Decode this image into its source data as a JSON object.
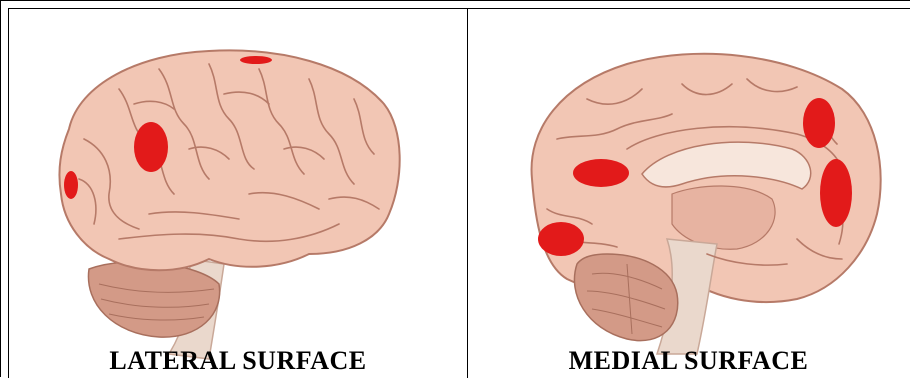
{
  "panels": [
    {
      "id": "lateral",
      "caption": "LATERAL SURFACE"
    },
    {
      "id": "medial",
      "caption": "MEDIAL SURFACE"
    }
  ],
  "colors": {
    "brain": "#f2c6b4",
    "brain_shadow": "#d99f8c",
    "sulcus": "#b67a68",
    "cerebellum": "#d39a87",
    "brainstem": "#ead8cc",
    "highlight": "#e21a1a"
  }
}
